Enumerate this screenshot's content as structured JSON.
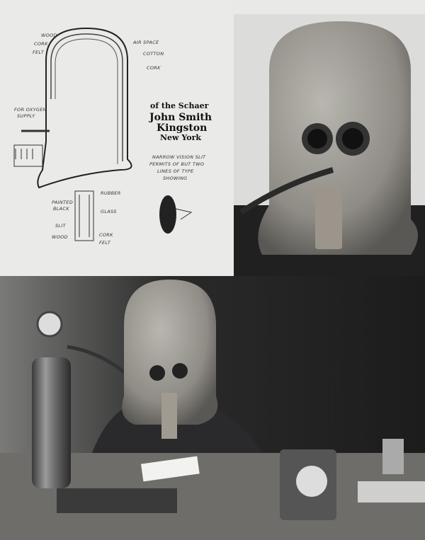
{
  "diagram": {
    "labels": {
      "wood": "WOOD",
      "cork_top": "CORK",
      "felt_top": "FELT",
      "air_space": "AIR SPACE",
      "cotton": "COTTON",
      "cork_right": "CORK",
      "oxygen_1": "FOR OXYGEN",
      "oxygen_2": "SUPPLY",
      "rubber": "RUBBER",
      "painted_1": "PAINTED",
      "painted_2": "BLACK",
      "glass": "GLASS",
      "slit": "SLIT",
      "wood_bottom": "WOOD",
      "cork_bottom": "CORK",
      "felt_bottom": "FELT"
    },
    "type_sample": {
      "line0": "of the Schaer",
      "line1": "John Smith",
      "line2": "Kingston",
      "line3": "New York"
    },
    "caption": {
      "line1": "NARROW VISION SLIT",
      "line2": "PERMITS OF BUT TWO",
      "line3": "LINES OF TYPE",
      "line4": "SHOWING"
    }
  }
}
